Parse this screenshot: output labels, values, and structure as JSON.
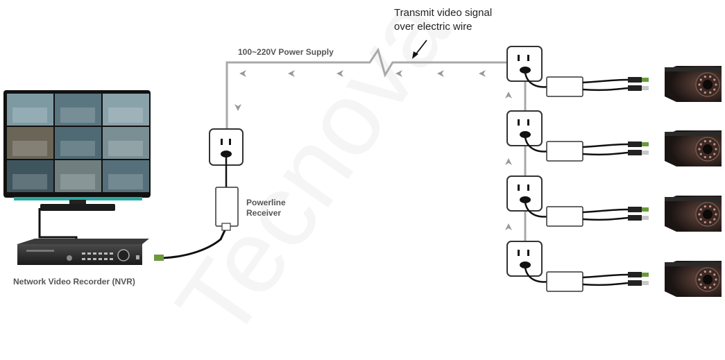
{
  "labels": {
    "annotation_line1": "Transmit video signal",
    "annotation_line2": "over electric wire",
    "power_supply": "100~220V Power Supply",
    "receiver_line1": "Powerline",
    "receiver_line2": "Receiver",
    "nvr": "Network Video Recorder (NVR)"
  },
  "watermark": "Tecnova",
  "colors": {
    "wire": "#a9a9a9",
    "arrow": "#999999",
    "device": "#333333",
    "cable": "#111111"
  },
  "camera_count": 4
}
